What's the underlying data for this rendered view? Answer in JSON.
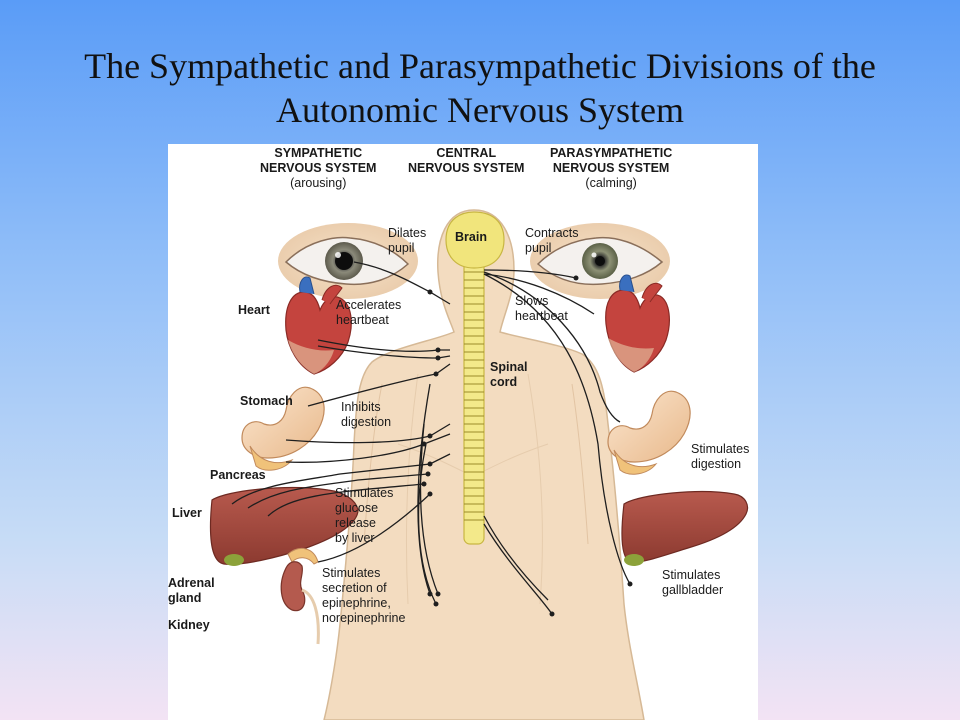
{
  "title": {
    "line1": "The Sympathetic and Parasympathetic Divisions of the",
    "line2": "Autonomic Nervous System"
  },
  "headers": {
    "sympathetic": {
      "line1": "SYMPATHETIC",
      "line2": "NERVOUS SYSTEM",
      "sub": "(arousing)"
    },
    "central": {
      "line1": "CENTRAL",
      "line2": "NERVOUS SYSTEM"
    },
    "parasympathetic": {
      "line1": "PARASYMPATHETIC",
      "line2": "NERVOUS SYSTEM",
      "sub": "(calming)"
    }
  },
  "organs": {
    "brain": "Brain",
    "spinal_cord": [
      "Spinal",
      "cord"
    ],
    "heart": "Heart",
    "stomach": "Stomach",
    "pancreas": "Pancreas",
    "liver": "Liver",
    "adrenal_gland": [
      "Adrenal",
      "gland"
    ],
    "kidney": "Kidney"
  },
  "effects": {
    "sympathetic": {
      "pupil": [
        "Dilates",
        "pupil"
      ],
      "heart": [
        "Accelerates",
        "heartbeat"
      ],
      "digestion": [
        "Inhibits",
        "digestion"
      ],
      "liver": [
        "Stimulates",
        "glucose",
        "release",
        "by liver"
      ],
      "adrenal": [
        "Stimulates",
        "secretion of",
        "epinephrine,",
        "norepinephrine"
      ]
    },
    "parasympathetic": {
      "pupil": [
        "Contracts",
        "pupil"
      ],
      "heart": [
        "Slows",
        "heartbeat"
      ],
      "digestion": [
        "Stimulates",
        "digestion"
      ],
      "gallbladder": [
        "Stimulates",
        "gallbladder"
      ]
    }
  },
  "colors": {
    "cord": "#f3e98a",
    "heart": "#c4443e",
    "liver": "#a3473d",
    "nerve": "#1e1e1e"
  }
}
